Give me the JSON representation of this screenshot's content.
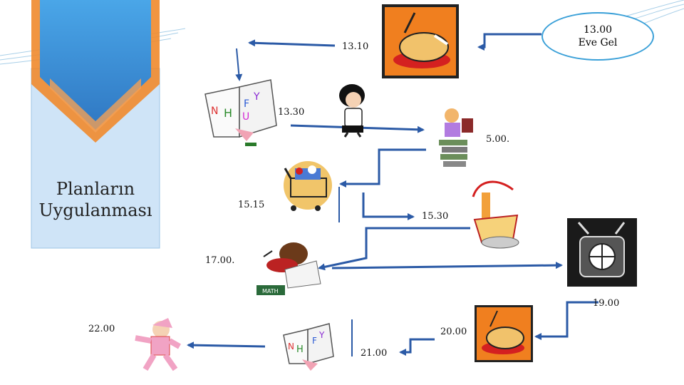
{
  "slide": {
    "panel_title_line1": "Planların",
    "panel_title_line2": "Uygulanması",
    "callout_time": "13.00",
    "callout_label": "Eve Gel"
  },
  "times": {
    "t1310": "13.10",
    "t1330": "13.30",
    "t1500": "5.00.",
    "t1515": "15.15",
    "t1530": "15.30",
    "t1700": "17.00.",
    "t1900": "19.00",
    "t2000": "20.00",
    "t2100": "21.00",
    "t2200": "22.00"
  },
  "icons": {
    "book_caption": "MATH"
  },
  "colors": {
    "arrow": "#2b5aa6",
    "panel_blue": "#cfe4f7",
    "header_orange": "#f08a2c",
    "header_blue": "#3d8ed6",
    "food_bg": "#f07f1f"
  }
}
